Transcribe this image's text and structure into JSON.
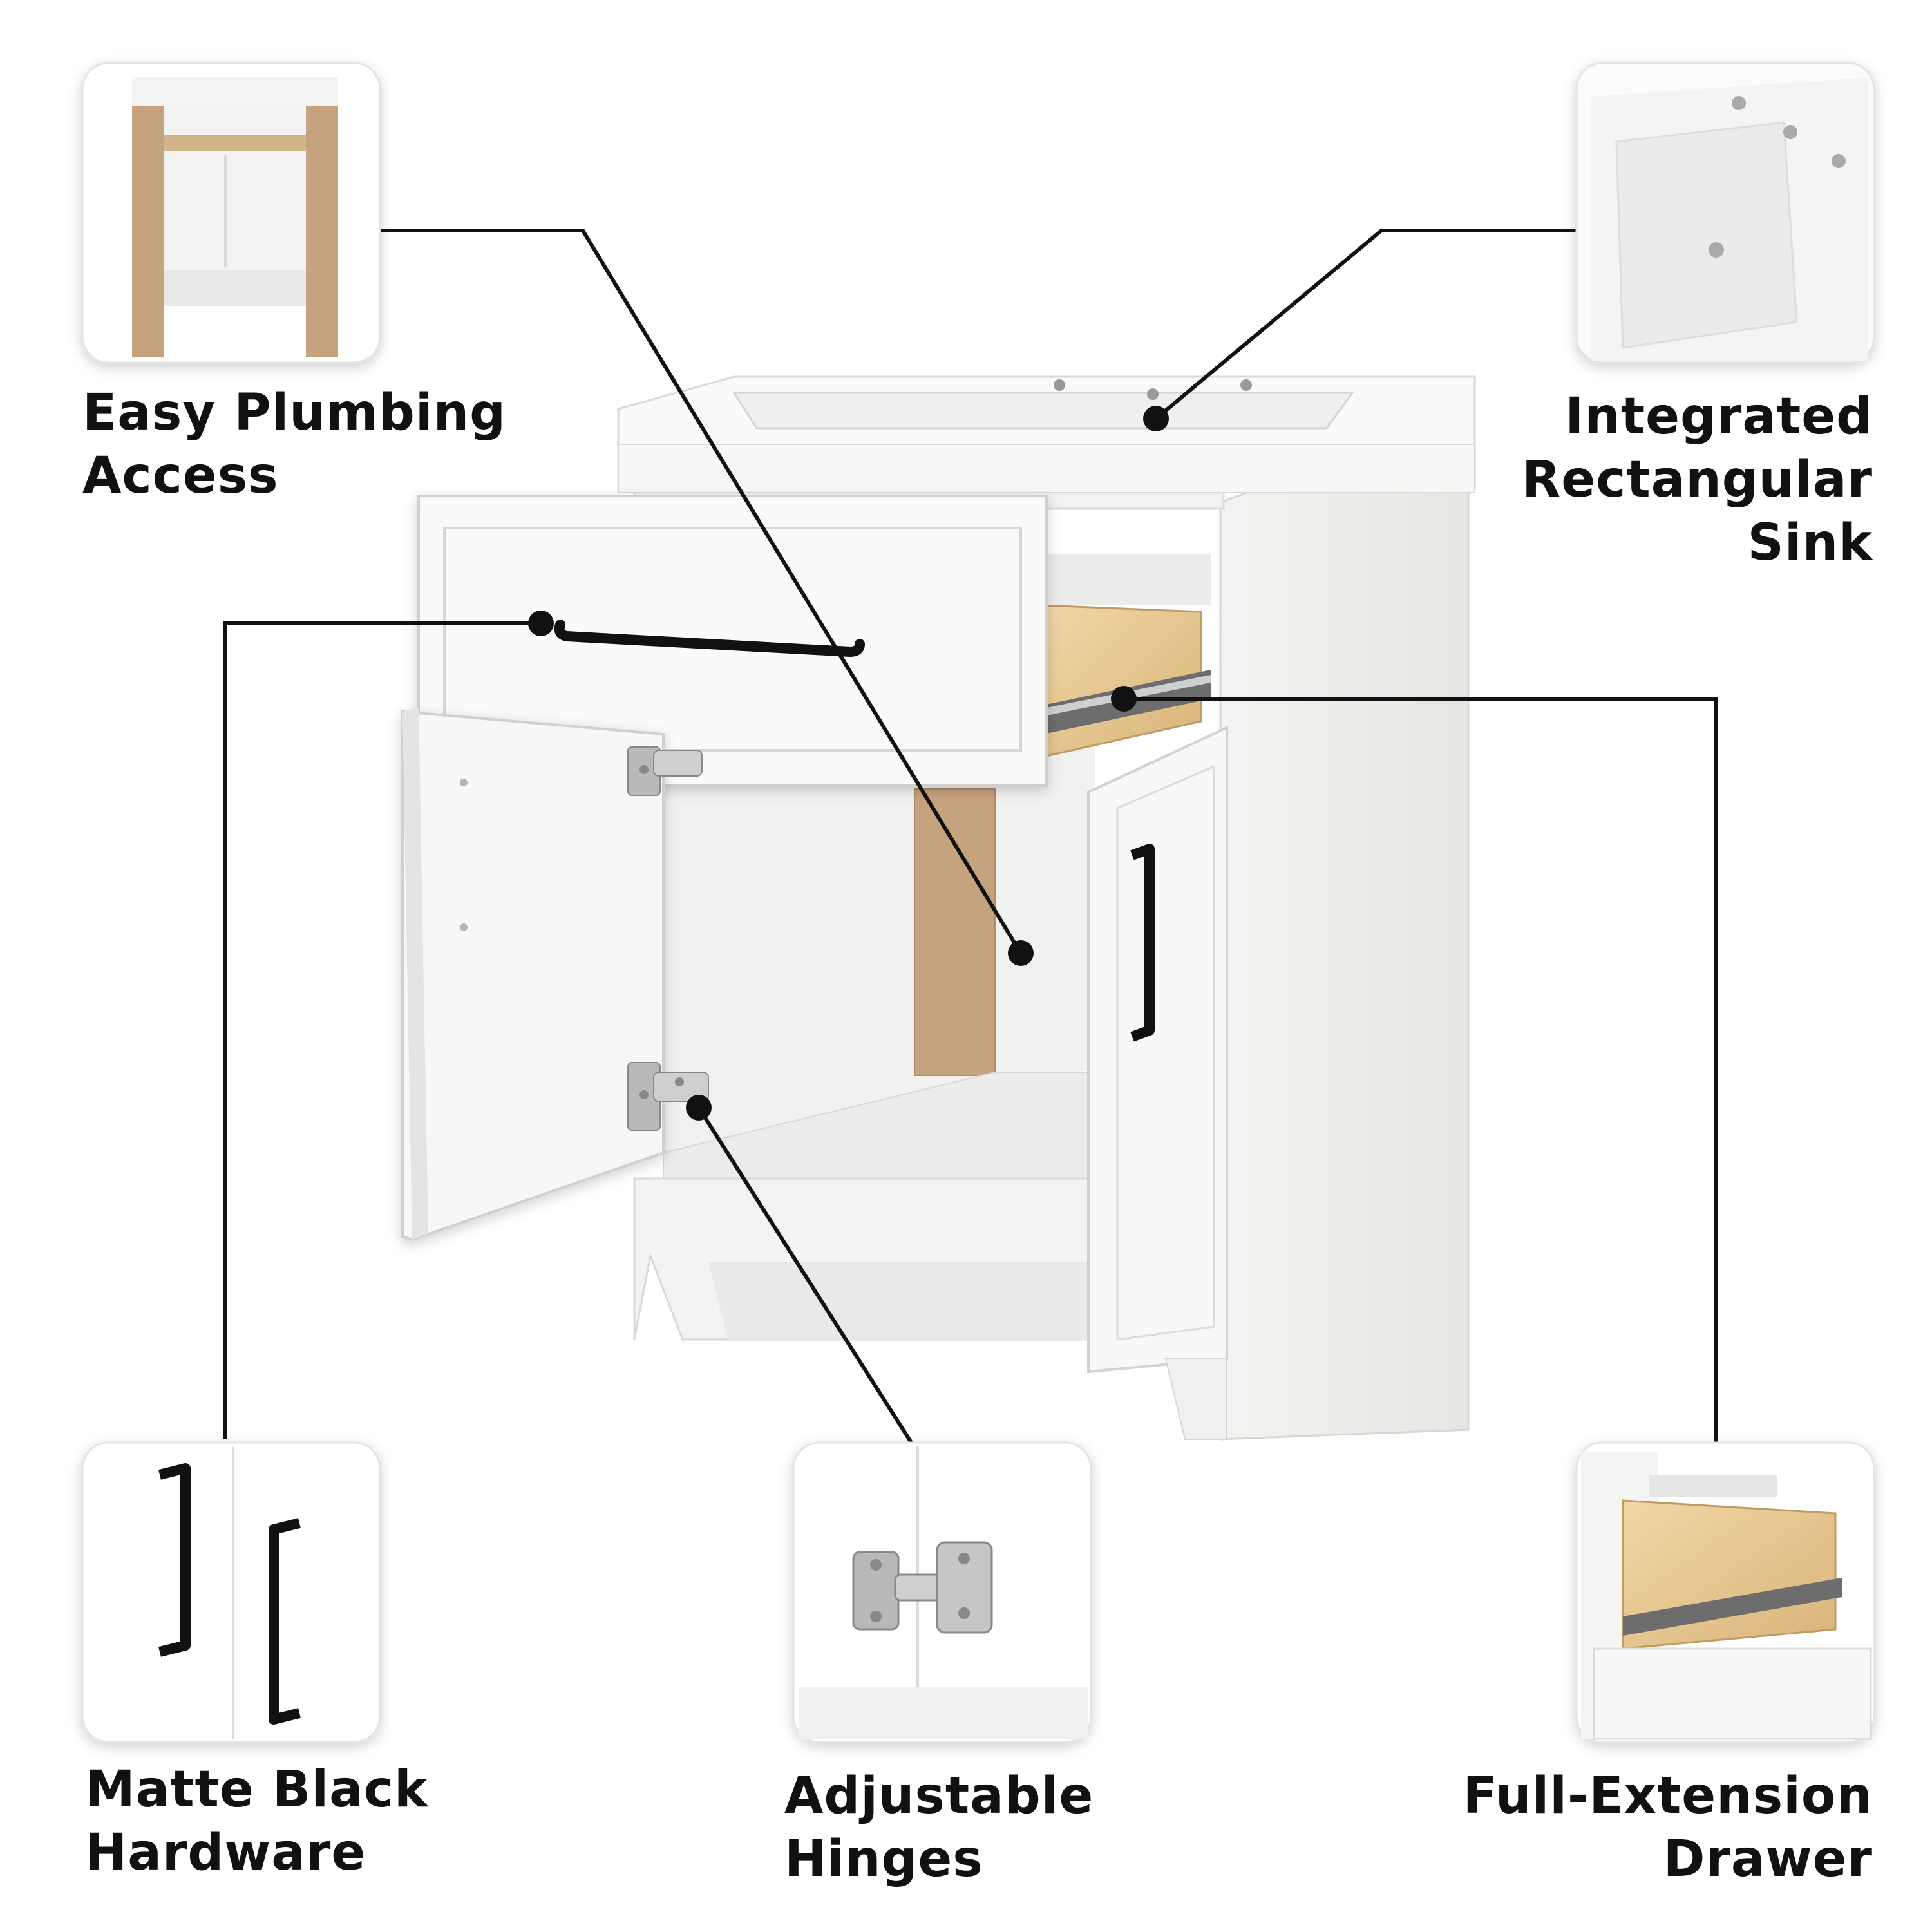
{
  "features": {
    "plumbing": {
      "label": "Easy Plumbing\nAccess",
      "icon": "cabinet-back-panel-icon"
    },
    "sink": {
      "label": "Integrated\nRectangular\nSink",
      "icon": "sink-top-icon"
    },
    "hardware": {
      "label": "Matte Black\nHardware",
      "icon": "black-pull-handle-icon"
    },
    "hinges": {
      "label": "Adjustable\nHinges",
      "icon": "hinge-icon"
    },
    "drawer": {
      "label": "Full-Extension\nDrawer",
      "icon": "drawer-slide-icon"
    }
  },
  "colors": {
    "cabinet": "#f6f6f4",
    "wood": "#e8c98f",
    "hardware": "#111111",
    "back_panel": "#c6a37f",
    "callout_line": "#111111"
  }
}
